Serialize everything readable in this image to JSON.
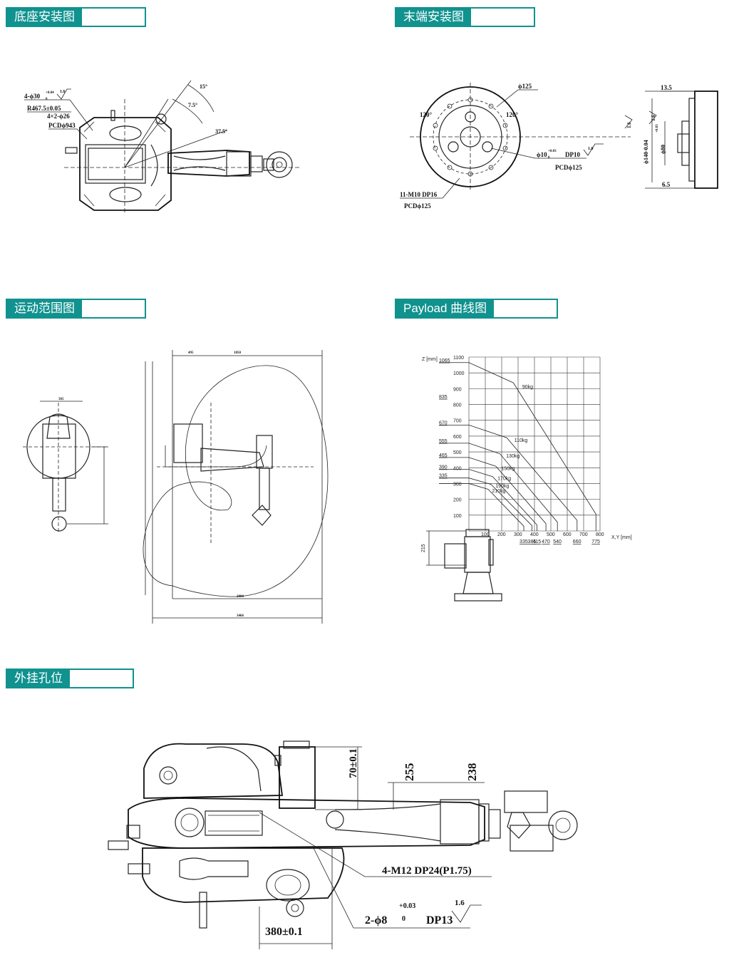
{
  "sections": {
    "base": "底座安装图",
    "end": "末端安装图",
    "motion": "运动范围图",
    "payload": "Payload 曲线图",
    "mount": "外挂孔位"
  },
  "base_dims": {
    "a1": "4-ϕ30",
    "a1_tol": "+0.04",
    "a1_tol0": "0",
    "a1_rough": "1.6",
    "a2": "R467.5±0.05",
    "a3": "4×2-ϕ26",
    "a4": "PCDϕ943",
    "ang1": "15°",
    "ang2": "7.5°",
    "ang3": "37.5°"
  },
  "end_dims": {
    "d125": "ϕ125",
    "ang_l": "120°",
    "ang_r": "120°",
    "hole": "ϕ10",
    "hole_tol": "+0.03",
    "hole_tol0": "0",
    "hole_dp": "DP10",
    "hole_rough": "1.6",
    "hole_pcd": "PCDϕ125",
    "thread": "11-M10 DP16",
    "thread_pcd": "PCDϕ125",
    "side_top": "13.5",
    "side_bot": "6.5",
    "side_d140": "ϕ140-0.04",
    "side_d80": "ϕ80",
    "side_d80_tol": "+0.03",
    "side_rough1": "1.6",
    "side_rough2": "1.6"
  },
  "motion_dims": {
    "t1": "495",
    "t2": "1850",
    "w1": "365",
    "b1": "2800",
    "b2": "3466"
  },
  "chart_data": {
    "type": "line",
    "xlabel": "X,Y  [mm]",
    "ylabel": "Z  [mm]",
    "xlim": [
      0,
      800
    ],
    "ylim": [
      0,
      1100
    ],
    "x_ticks": [
      "100",
      "200",
      "300",
      "400",
      "500",
      "600",
      "700",
      "800"
    ],
    "y_ticks": [
      "100",
      "200",
      "300",
      "400",
      "500",
      "600",
      "700",
      "800",
      "900",
      "1000",
      "1100"
    ],
    "x_secondary": [
      "335",
      "385",
      "415",
      "470",
      "540",
      "660",
      "775"
    ],
    "y_secondary": [
      "1065",
      "835",
      "670",
      "555",
      "465",
      "390",
      "335"
    ],
    "base_offset": "215",
    "series": [
      {
        "name": "90kg",
        "z_at_axis": 1065,
        "reach": 775
      },
      {
        "name": "110kg",
        "z_at_axis": 670,
        "reach": 660
      },
      {
        "name": "130kg",
        "z_at_axis": 555,
        "reach": 540
      },
      {
        "name": "150kg",
        "z_at_axis": 465,
        "reach": 470
      },
      {
        "name": "170kg",
        "z_at_axis": 390,
        "reach": 415
      },
      {
        "name": "190kg",
        "z_at_axis": 335,
        "reach": 385
      },
      {
        "name": "210kg",
        "z_at_axis": 300,
        "reach": 335
      }
    ]
  },
  "mount_dims": {
    "h70": "70±0.1",
    "h255": "255",
    "h238": "238",
    "thread": "4-M12  DP24(P1.75)",
    "pin": "2-ϕ8",
    "pin_tol": "+0.03",
    "pin_tol0": "0",
    "pin_dp": "DP13",
    "pin_rough": "1.6",
    "w380": "380±0.1"
  }
}
